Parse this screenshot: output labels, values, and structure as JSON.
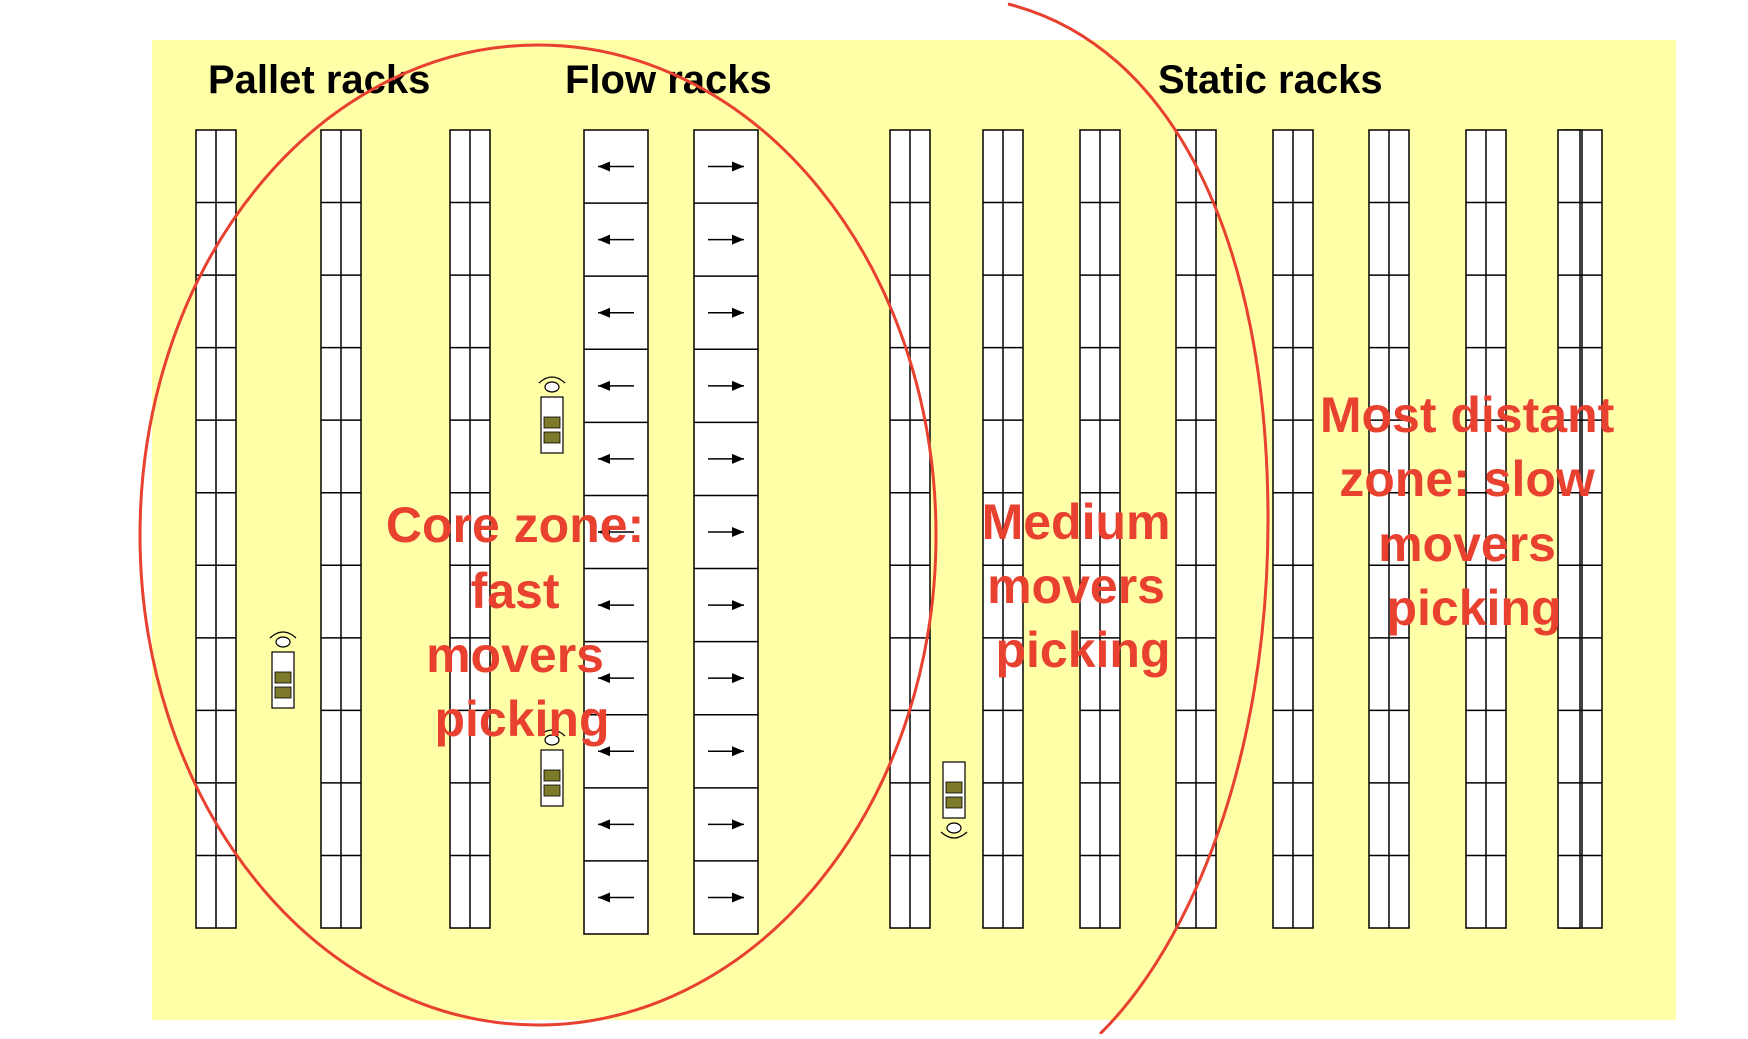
{
  "diagram": {
    "colors": {
      "floor": "#ffffa8",
      "rack_line": "#000000",
      "rack_fill": "#ffffff",
      "zone_line": "#e8412f",
      "zone_text": "#e8412f",
      "cargo": "#7d7a2a"
    },
    "rack_categories": [
      {
        "id": "pallet",
        "label": "Pallet racks"
      },
      {
        "id": "flow",
        "label": "Flow racks"
      },
      {
        "id": "static",
        "label": "Static racks"
      }
    ],
    "zones": [
      {
        "id": "core",
        "lines": [
          "Core zone:",
          "fast",
          "movers",
          "picking"
        ]
      },
      {
        "id": "medium",
        "lines": [
          "Medium",
          "movers",
          "picking"
        ]
      },
      {
        "id": "slow",
        "lines": [
          "Most distant",
          "zone: slow",
          "movers",
          "picking"
        ]
      }
    ],
    "flow_rack_arrows": {
      "left_column": "left-arrow-icon",
      "right_column": "right-arrow-icon"
    },
    "vehicle_icon": "forklift-icon"
  }
}
